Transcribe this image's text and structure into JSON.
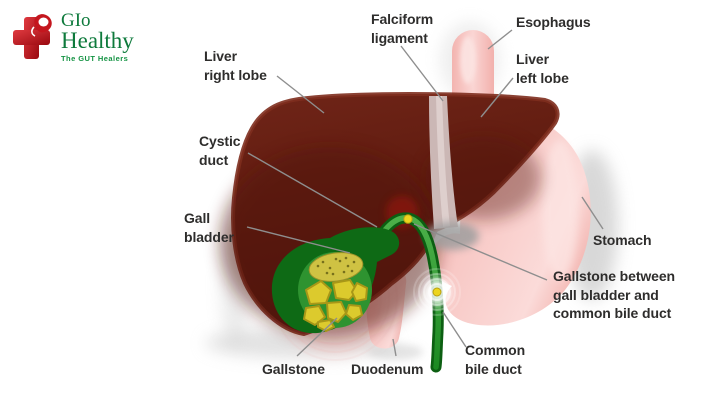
{
  "logo": {
    "brand_line1": "GIo",
    "brand_line2": "Healthy",
    "tagline": "The GUT Healers"
  },
  "diagram": {
    "labels": [
      {
        "id": "liver-right-lobe",
        "text": "Liver\nright lobe"
      },
      {
        "id": "falciform-ligament",
        "text": "Falciform\nligament"
      },
      {
        "id": "esophagus",
        "text": "Esophagus"
      },
      {
        "id": "liver-left-lobe",
        "text": "Liver\nleft lobe"
      },
      {
        "id": "cystic-duct",
        "text": "Cystic\nduct"
      },
      {
        "id": "gall-bladder",
        "text": "Gall\nbladder"
      },
      {
        "id": "stomach",
        "text": "Stomach"
      },
      {
        "id": "gallstone-between",
        "text": "Gallstone between\ngall bladder and\ncommon bile duct"
      },
      {
        "id": "gallstone",
        "text": "Gallstone"
      },
      {
        "id": "duodenum",
        "text": "Duodenum"
      },
      {
        "id": "common-bile-duct",
        "text": "Common\nbile duct"
      }
    ],
    "colors": {
      "liver": "#61200f",
      "liver_rim": "#7e2e1e",
      "stomach_pink": "#f7c5c2",
      "ligament": "#cbb7b5",
      "bile_duct_green": "#0c5f12",
      "gallstone_yellow": "#dcca2d",
      "label_text": "#2e2d2c",
      "leader_line": "#8e8e8e",
      "logo_red": "#c4161e",
      "logo_green": "#0e7a3c"
    }
  }
}
